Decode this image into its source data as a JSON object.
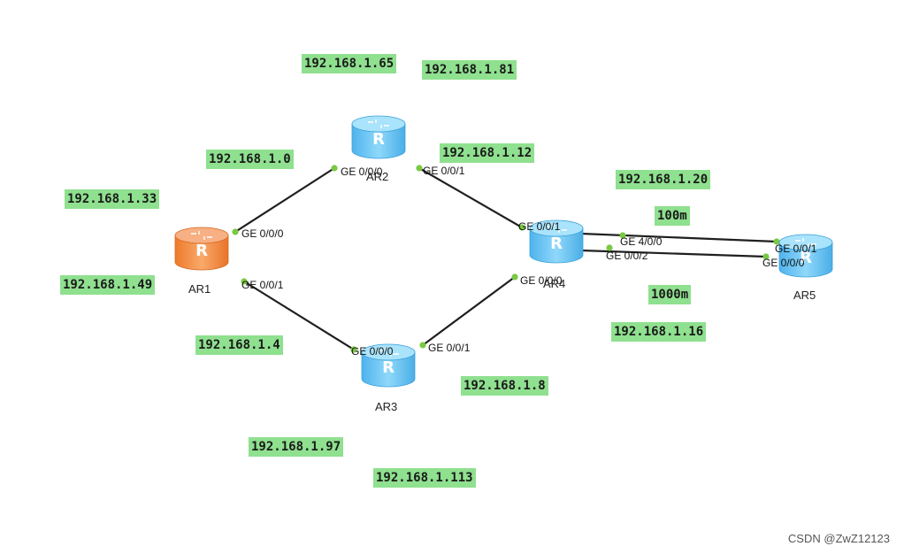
{
  "colors": {
    "label_bg": "#8fe08f",
    "link": "#1f1f1f",
    "port_dot": "#7ac943",
    "router_blue": "#5bc0f0",
    "router_orange": "#f58c3c"
  },
  "routers": [
    {
      "id": "AR1",
      "name": "AR1",
      "color": "orange",
      "icon": "router-icon"
    },
    {
      "id": "AR2",
      "name": "AR2",
      "color": "blue",
      "icon": "router-icon"
    },
    {
      "id": "AR3",
      "name": "AR3",
      "color": "blue",
      "icon": "router-icon"
    },
    {
      "id": "AR4",
      "name": "AR4",
      "color": "blue",
      "icon": "router-icon"
    },
    {
      "id": "AR5",
      "name": "AR5",
      "color": "blue",
      "icon": "router-icon"
    }
  ],
  "router_glyph": "R",
  "links": [
    {
      "from": "AR1",
      "to": "AR2",
      "from_port": "GE 0/0/0",
      "to_port": "GE 0/0/0"
    },
    {
      "from": "AR2",
      "to": "AR4",
      "from_port": "GE 0/0/1",
      "to_port": "GE 0/0/1"
    },
    {
      "from": "AR1",
      "to": "AR3",
      "from_port": "GE 0/0/1",
      "to_port": "GE 0/0/0"
    },
    {
      "from": "AR3",
      "to": "AR4",
      "from_port": "GE 0/0/1",
      "to_port": "GE 0/0/0"
    },
    {
      "from": "AR4",
      "to": "AR5",
      "from_port": "GE 4/0/0",
      "to_port": "GE 0/0/1"
    },
    {
      "from": "AR4",
      "to": "AR5",
      "from_port": "GE 0/0/2",
      "to_port": "GE 0/0/0"
    }
  ],
  "network_labels": [
    "192.168.1.65",
    "192.168.1.81",
    "192.168.1.0",
    "192.168.1.12",
    "192.168.1.33",
    "192.168.1.20",
    "100m",
    "192.168.1.49",
    "1000m",
    "192.168.1.16",
    "192.168.1.4",
    "192.168.1.8",
    "192.168.1.97",
    "192.168.1.113"
  ],
  "watermark": "CSDN @ZwZ12123"
}
